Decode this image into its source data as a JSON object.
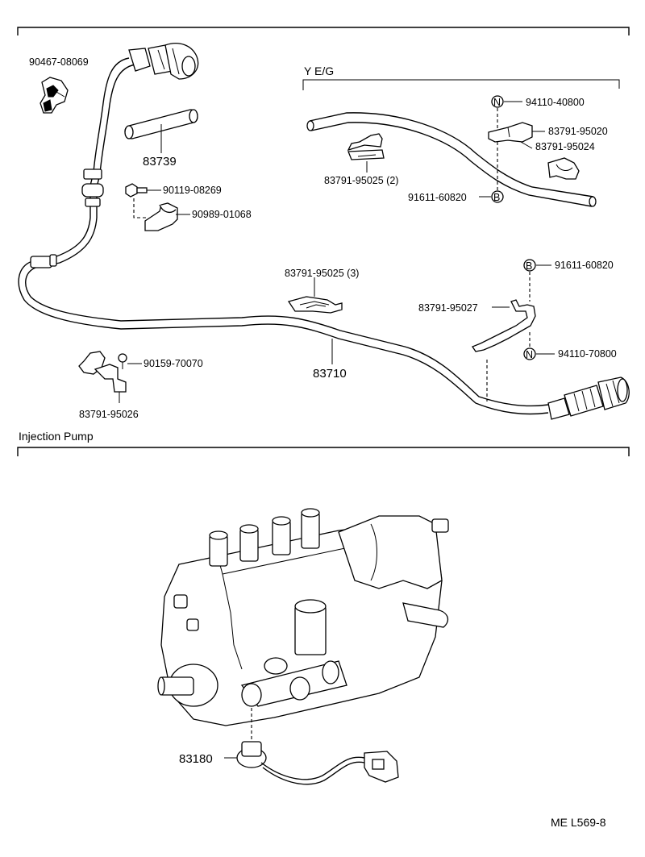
{
  "sections": {
    "upper_bracket": "",
    "sub_label": "Y  E/G",
    "lower_title": "Injection Pump"
  },
  "callouts": {
    "p90467_08069": "90467-08069",
    "p83739": "83739",
    "p90119_08269": "90119-08269",
    "p90989_01068": "90989-01068",
    "p83791_95025_3": "83791-95025 (3)",
    "p83791_95027": "83791-95027",
    "p83710": "83710",
    "p90159_70070": "90159-70070",
    "p83791_95026": "83791-95026",
    "p94110_40800": "94110-40800",
    "p83791_95020": "83791-95020",
    "p83791_95024": "83791-95024",
    "p83791_95025_2": "83791-95025 (2)",
    "p91611_60820_a": "91611-60820",
    "p91611_60820_b": "91611-60820",
    "p94110_70800": "94110-70800",
    "p83180": "83180"
  },
  "symbols": {
    "n1": "N",
    "b1": "B",
    "b2": "B",
    "n2": "N"
  },
  "footer": {
    "code": "ME  L569-8"
  }
}
